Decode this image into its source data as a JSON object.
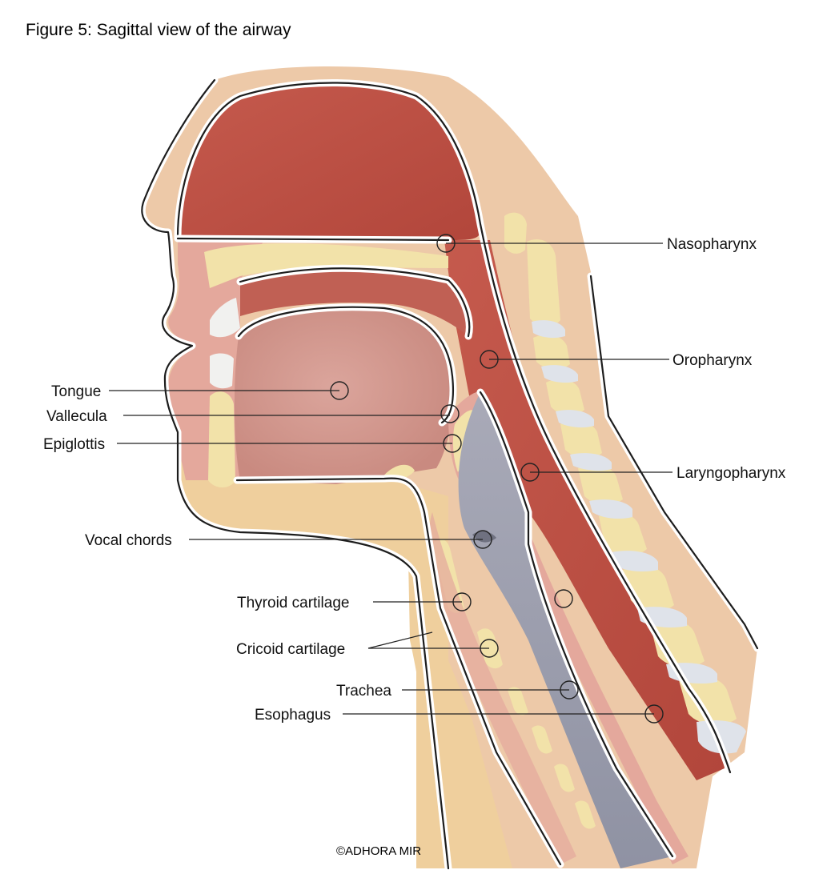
{
  "figure": {
    "title": "Figure 5: Sagittal view of the airway",
    "credit": "©ADHORA MIR"
  },
  "labels": {
    "nasopharynx": "Nasopharynx",
    "oropharynx": "Oropharynx",
    "laryngopharynx": "Laryngopharynx",
    "tongue": "Tongue",
    "vallecula": "Vallecula",
    "epiglottis": "Epiglottis",
    "vocal_chords": "Vocal chords",
    "thyroid_cartilage": "Thyroid cartilage",
    "cricoid_cartilage": "Cricoid cartilage",
    "trachea": "Trachea",
    "esophagus": "Esophagus"
  },
  "colors": {
    "skin": "#edc9a8",
    "tissue": "#e4a89c",
    "cavity": "#bd5145",
    "tongue": "#d69b92",
    "bone": "#f2e2a9",
    "fat": "#efcf9d",
    "airway": "#9ea0ae",
    "disc": "#dfe3ea"
  }
}
